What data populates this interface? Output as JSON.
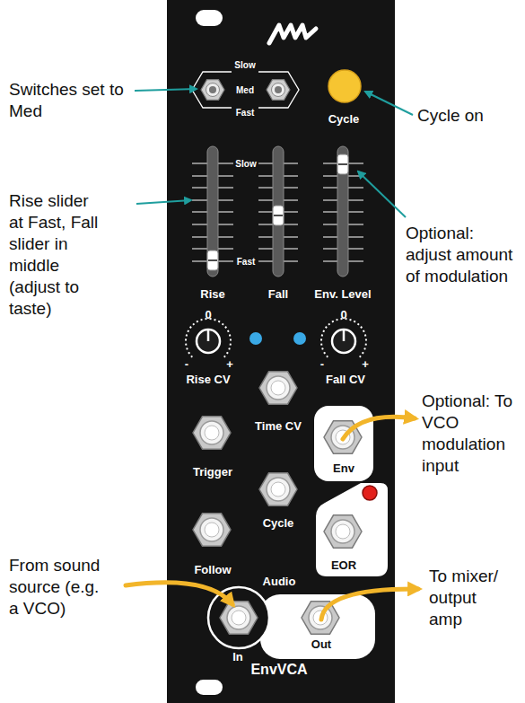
{
  "diagram": {
    "labels": [
      "Switches set to Med",
      "Slow",
      "Med",
      "Fast",
      "Cycle",
      "Cycle on",
      "Slow",
      "Fast",
      "Rise slider at Fast, Fall slider in middle (adjust to taste)",
      "Rise",
      "Fall",
      "Env. Level",
      "Optional: adjust amount of modulation",
      "0",
      "-",
      "+",
      "Rise CV",
      "0",
      "-",
      "+",
      "Fall CV",
      "Time CV",
      "Trigger",
      "Env",
      "Optional: To VCO modulation input",
      "Cycle",
      "EOR",
      "Follow",
      "From sound source (e.g. a VCO)",
      "Audio",
      "In",
      "Out",
      "To mixer/ output amp",
      "EnvVCA"
    ]
  }
}
